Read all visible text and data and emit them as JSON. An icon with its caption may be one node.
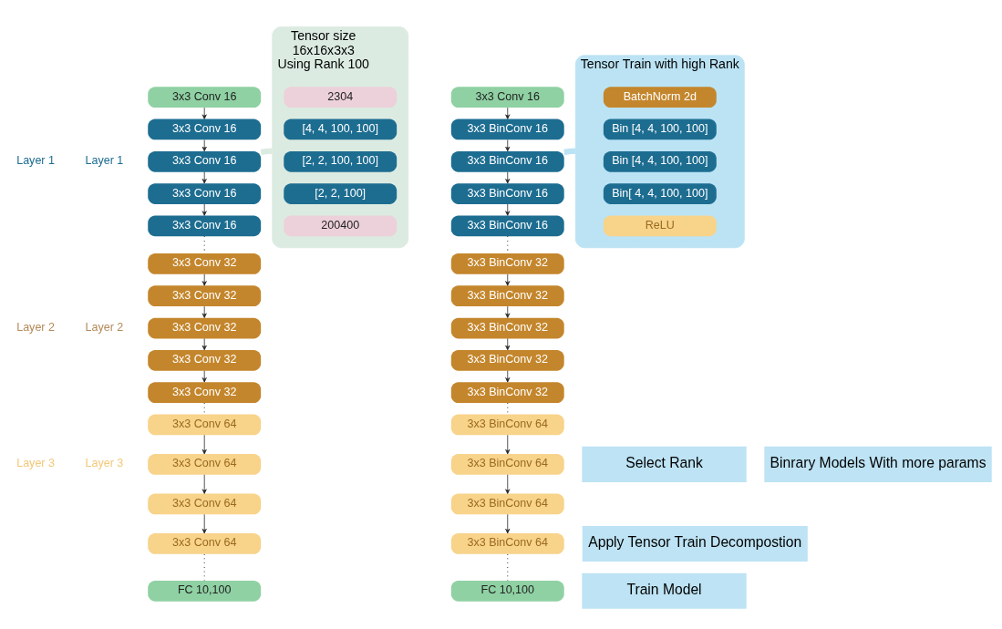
{
  "diagram": {
    "nodes": [
      {
        "text": [
          "3x3 Conv 16"
        ]
      },
      {
        "text": [
          "3x3 Conv 16"
        ]
      },
      {
        "text": [
          "3x3 Conv 16"
        ]
      },
      {
        "text": [
          "3x3 Conv 16"
        ]
      },
      {
        "text": [
          "3x3 Conv 16"
        ]
      },
      {
        "text": [
          "3x3 Conv 32"
        ]
      },
      {
        "text": [
          "3x3 Conv 32"
        ]
      },
      {
        "text": [
          "3x3 Conv 32"
        ]
      },
      {
        "text": [
          "3x3 Conv 32"
        ]
      },
      {
        "text": [
          "3x3 Conv 32"
        ]
      },
      {
        "text": [
          "3x3 Conv 64"
        ]
      },
      {
        "text": [
          "3x3 Conv 64"
        ]
      },
      {
        "text": [
          "3x3 Conv 64"
        ]
      },
      {
        "text": [
          "3x3 Conv 64"
        ]
      },
      {
        "text": [
          "FC 10,100"
        ]
      },
      {
        "text": [
          "Tensor size",
          "16x16x3x3",
          "Using Rank 100"
        ]
      },
      {
        "text": [
          "2304"
        ],
        "in": 15
      },
      {
        "text": [
          "[4, 4, 100, 100]"
        ],
        "in": 15
      },
      {
        "text": [
          "[2, 2, 100, 100]"
        ],
        "in": 15
      },
      {
        "text": [
          "[2, 2, 100]"
        ],
        "in": 15
      },
      {
        "text": [
          "200400"
        ],
        "in": 15
      },
      {
        "text": [
          "3x3 Conv 16"
        ]
      },
      {
        "text": [
          "3x3 BinConv 16"
        ]
      },
      {
        "text": [
          "3x3 BinConv 16"
        ]
      },
      {
        "text": [
          "3x3 BinConv 16"
        ]
      },
      {
        "text": [
          "3x3 BinConv 16"
        ]
      },
      {
        "text": [
          "3x3 BinConv 32"
        ]
      },
      {
        "text": [
          "3x3 BinConv 32"
        ]
      },
      {
        "text": [
          "3x3 BinConv 32"
        ]
      },
      {
        "text": [
          "3x3 BinConv 32"
        ]
      },
      {
        "text": [
          "3x3 BinConv 32"
        ]
      },
      {
        "text": [
          "3x3 BinConv 64"
        ]
      },
      {
        "text": [
          "3x3 BinConv 64"
        ]
      },
      {
        "text": [
          "3x3 BinConv 64"
        ]
      },
      {
        "text": [
          "3x3 BinConv 64"
        ]
      },
      {
        "text": [
          "FC 10,100"
        ]
      },
      {
        "text": [
          "Tensor Train with high Rank"
        ]
      },
      {
        "text": [
          "BatchNorm 2d"
        ],
        "in": 36
      },
      {
        "text": [
          "Bin [4, 4, 100, 100]"
        ],
        "in": 36
      },
      {
        "text": [
          "Bin [4, 4, 100, 100]"
        ],
        "in": 36
      },
      {
        "text": [
          "Bin[ 4, 4, 100, 100]"
        ],
        "in": 36
      },
      {
        "text": [
          "ReLU"
        ],
        "in": 36
      },
      {
        "text": [
          "Select Rank"
        ]
      },
      {
        "text": [
          "Apply Tensor Train Decompostion"
        ]
      },
      {
        "text": [
          "Binrary Models With more params"
        ]
      },
      {
        "text": [
          "Train Model"
        ]
      }
    ],
    "edges": [
      {
        "from": 0,
        "to": 1,
        "arrow": "to"
      },
      {
        "from": 1,
        "to": 2,
        "arrow": "to"
      },
      {
        "from": 2,
        "to": 3,
        "arrow": "to"
      },
      {
        "from": 3,
        "to": 4,
        "arrow": "to"
      },
      {
        "from": 4,
        "to": 5,
        "arrow": "none",
        "style": "dashed"
      },
      {
        "from": 5,
        "to": 6,
        "arrow": "to"
      },
      {
        "from": 6,
        "to": 7,
        "arrow": "to"
      },
      {
        "from": 7,
        "to": 8,
        "arrow": "to"
      },
      {
        "from": 8,
        "to": 9,
        "arrow": "to"
      },
      {
        "from": 9,
        "to": 10,
        "arrow": "none",
        "style": "dashed"
      },
      {
        "from": 10,
        "to": 11,
        "arrow": "to"
      },
      {
        "from": 11,
        "to": 12,
        "arrow": "to"
      },
      {
        "from": 12,
        "to": 13,
        "arrow": "to"
      },
      {
        "from": 13,
        "to": 14,
        "arrow": "none",
        "style": "dashed"
      },
      {
        "from": 2,
        "to": 15,
        "arrow": "none",
        "style": "thick",
        "color": "#dcebe1"
      },
      {
        "from": 21,
        "to": 22,
        "arrow": "to"
      },
      {
        "from": 22,
        "to": 23,
        "arrow": "to"
      },
      {
        "from": 23,
        "to": 24,
        "arrow": "to"
      },
      {
        "from": 24,
        "to": 25,
        "arrow": "to"
      },
      {
        "from": 25,
        "to": 26,
        "arrow": "none",
        "style": "dashed"
      },
      {
        "from": 26,
        "to": 27,
        "arrow": "to"
      },
      {
        "from": 27,
        "to": 28,
        "arrow": "to"
      },
      {
        "from": 28,
        "to": 29,
        "arrow": "to"
      },
      {
        "from": 29,
        "to": 30,
        "arrow": "to"
      },
      {
        "from": 30,
        "to": 31,
        "arrow": "none",
        "style": "dashed"
      },
      {
        "from": 31,
        "to": 32,
        "arrow": "to"
      },
      {
        "from": 32,
        "to": 33,
        "arrow": "to"
      },
      {
        "from": 33,
        "to": 34,
        "arrow": "to"
      },
      {
        "from": 34,
        "to": 35,
        "arrow": "none",
        "style": "dashed"
      },
      {
        "from": 23,
        "to": 36,
        "arrow": "none",
        "style": "thick",
        "color": "#bbe3f4"
      }
    ],
    "labels": [
      "Layer 1",
      "Layer 2",
      "Layer 3",
      "Layer 1",
      "Layer 2",
      "Layer 3"
    ]
  }
}
